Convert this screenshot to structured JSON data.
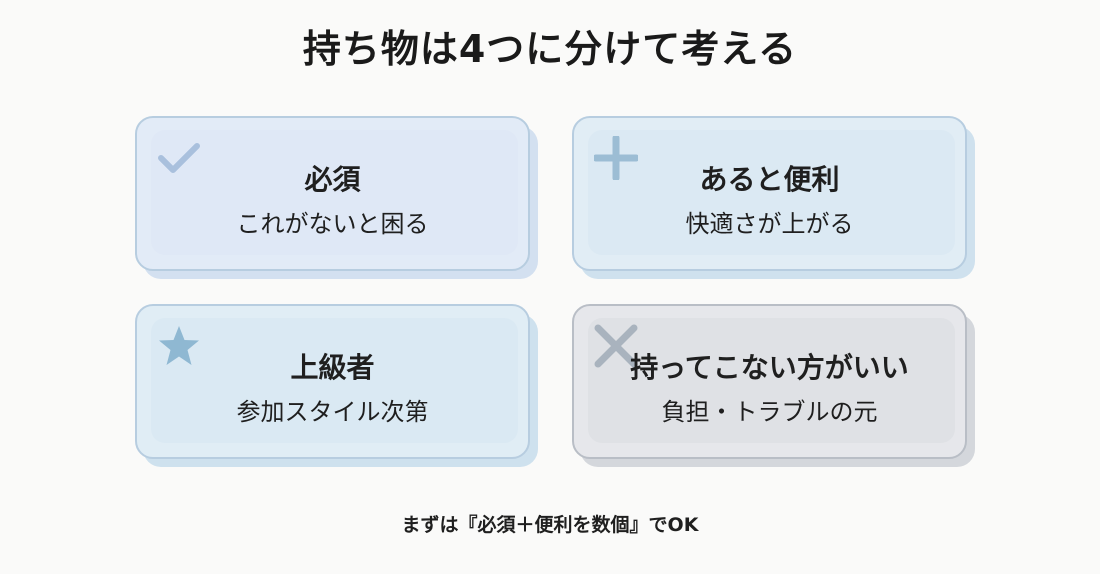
{
  "title": "持ち物は4つに分けて考える",
  "cards": [
    {
      "icon": "check-icon",
      "heading": "必須",
      "subtext": "これがないと困る",
      "color": "#a9c0dd"
    },
    {
      "icon": "plus-icon",
      "heading": "あると便利",
      "subtext": "快適さが上がる",
      "color": "#9cbdd4"
    },
    {
      "icon": "star-icon",
      "heading": "上級者",
      "subtext": "参加スタイル次第",
      "color": "#8fb8d2"
    },
    {
      "icon": "x-icon",
      "heading": "持ってこない方がいい",
      "subtext": "負担・トラブルの元",
      "color": "#a9b3be"
    }
  ],
  "footer": "まずは『必須＋便利を数個』でOK"
}
